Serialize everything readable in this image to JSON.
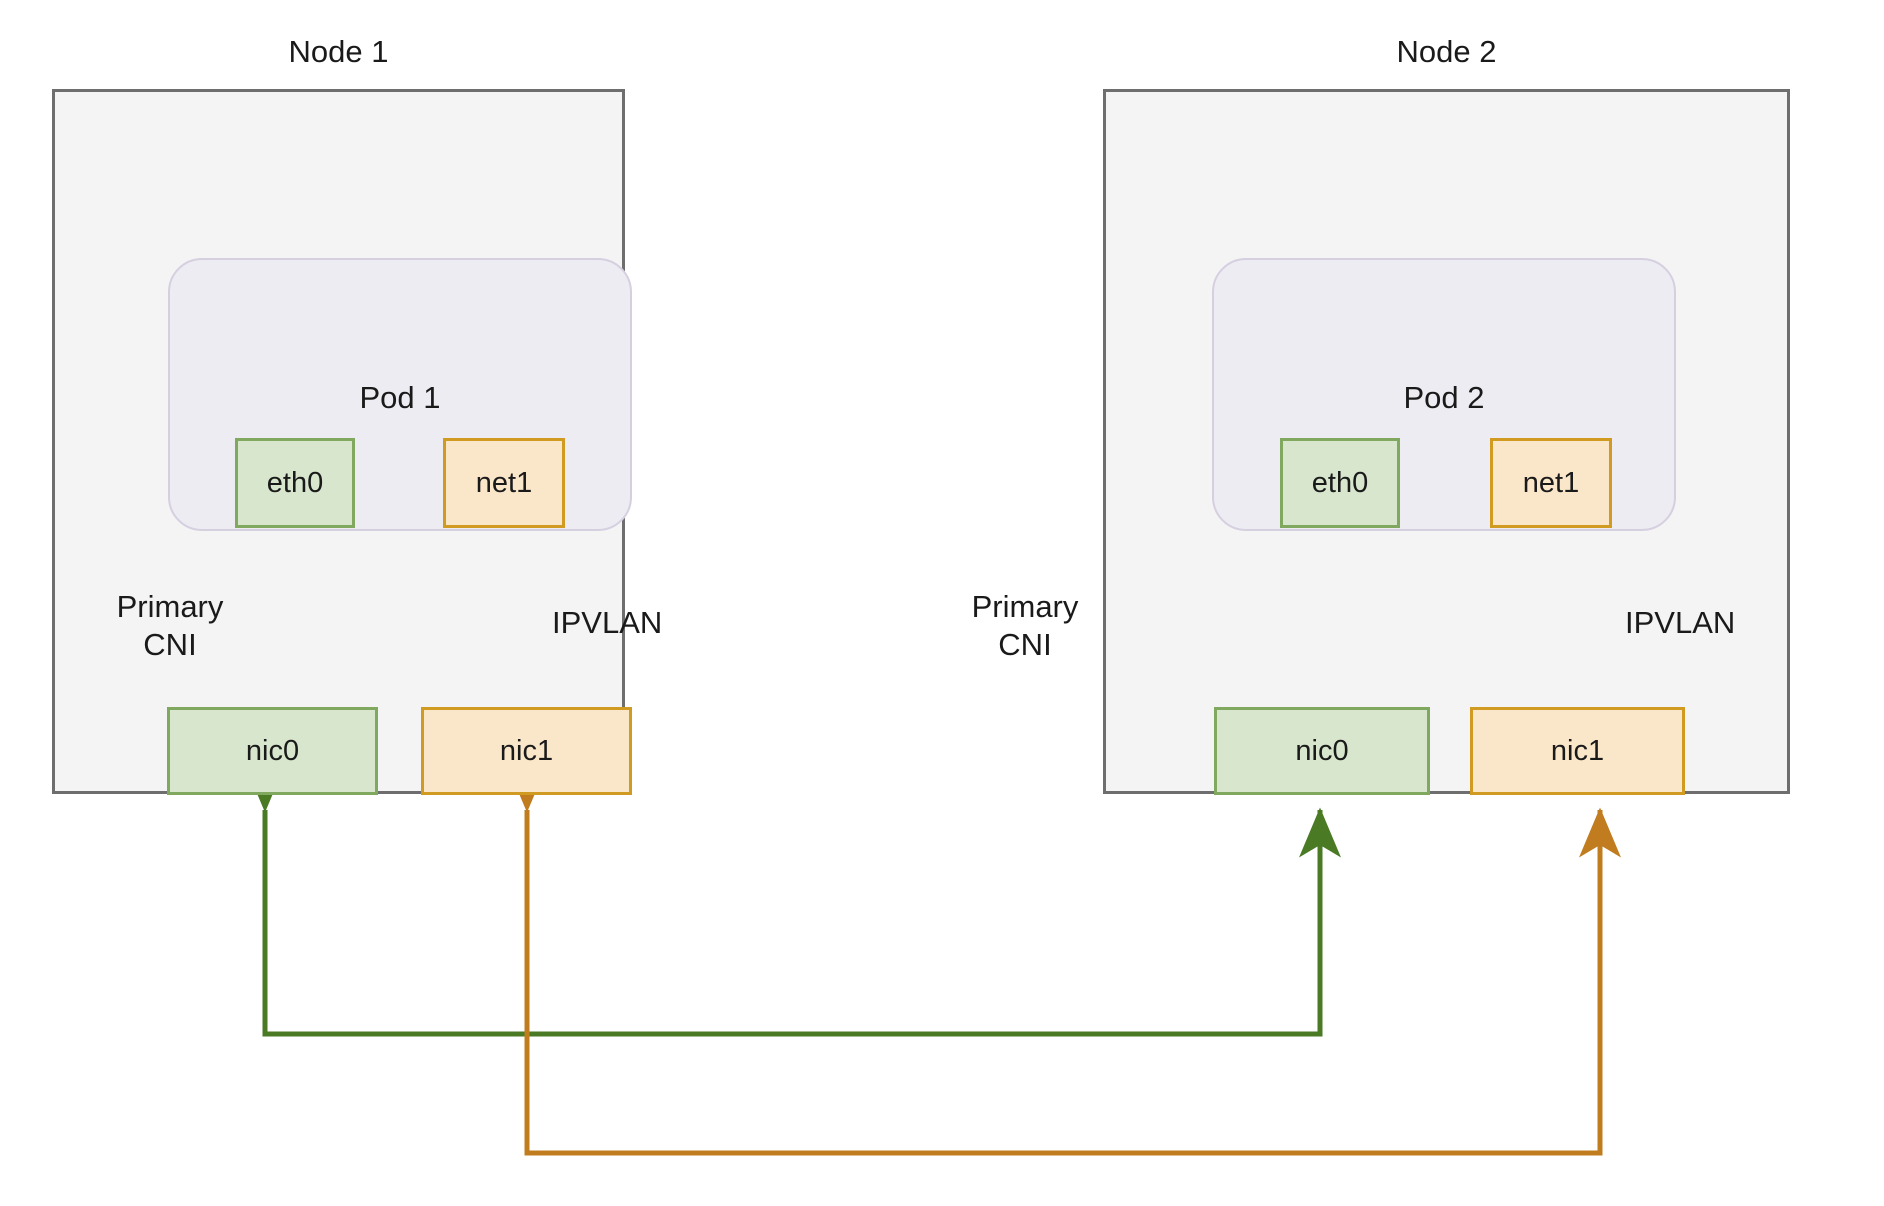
{
  "diagram": {
    "title_node1": "Node 1",
    "title_node2": "Node 2",
    "pod1_label": "Pod 1",
    "pod2_label": "Pod 2",
    "node1": {
      "pod_interfaces": [
        {
          "name": "eth0",
          "color": "green"
        },
        {
          "name": "net1",
          "color": "orange"
        }
      ],
      "node_interfaces": [
        {
          "name": "nic0",
          "color": "green"
        },
        {
          "name": "nic1",
          "color": "orange"
        }
      ],
      "edge_label_primary": "Primary\nCNI",
      "edge_label_ipvlan": "IPVLAN"
    },
    "node2": {
      "pod_interfaces": [
        {
          "name": "eth0",
          "color": "green"
        },
        {
          "name": "net1",
          "color": "orange"
        }
      ],
      "node_interfaces": [
        {
          "name": "nic0",
          "color": "green"
        },
        {
          "name": "nic1",
          "color": "orange"
        }
      ],
      "edge_label_primary": "Primary\nCNI",
      "edge_label_ipvlan": "IPVLAN"
    },
    "colors": {
      "node_fill": "#f4f4f4",
      "node_border": "#6e6e6e",
      "pod_fill": "#ececf2",
      "pod_border": "#d6cfe0",
      "green_fill": "#d7e6cd",
      "green_border": "#81a85f",
      "orange_fill": "#fae6c9",
      "orange_border": "#d19b22",
      "green_link": "#4a7a24",
      "orange_link": "#c07c1e",
      "arrow_black": "#000000"
    }
  }
}
